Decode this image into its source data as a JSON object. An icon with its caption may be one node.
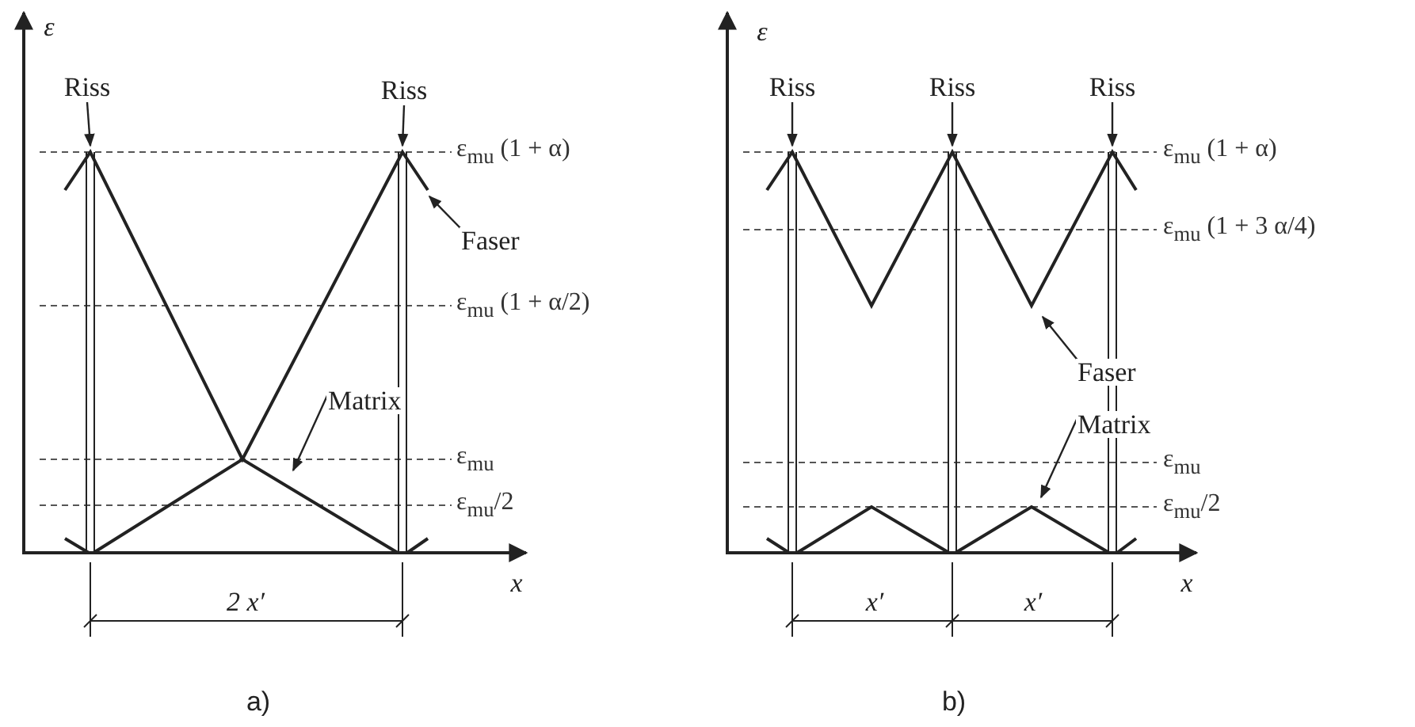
{
  "diagram": {
    "nodes": [
      {
        "text": [
          "Riss"
        ]
      },
      {
        "text": [
          "Riss"
        ]
      },
      {
        "text": [
          "Faser"
        ]
      },
      {
        "text": [
          "Matrix"
        ]
      },
      {
        "text": [
          "Riss"
        ]
      },
      {
        "text": [
          "Riss"
        ]
      },
      {
        "text": [
          "Riss"
        ]
      },
      {
        "text": [
          "Faser"
        ]
      },
      {
        "text": [
          "Matrix"
        ]
      }
    ],
    "edges": [
      {
        "from": 0,
        "to": null,
        "arrow": "to"
      },
      {
        "from": 1,
        "to": null,
        "arrow": "to"
      },
      {
        "from": 2,
        "to": null,
        "arrow": "to"
      },
      {
        "from": 3,
        "to": null,
        "arrow": "to"
      },
      {
        "from": 4,
        "to": null,
        "arrow": "to"
      },
      {
        "from": 5,
        "to": null,
        "arrow": "to"
      },
      {
        "from": 6,
        "to": null,
        "arrow": "to"
      },
      {
        "from": 7,
        "to": null,
        "arrow": "to"
      },
      {
        "from": 8,
        "to": null,
        "arrow": "to"
      }
    ],
    "labels": [
      "ε",
      "ε$_{mu}$ (1 + α)",
      "ε$_{mu}$ (1 + α/2)",
      "ε$_{mu}$",
      "ε$_{mu}$/2",
      "x",
      "2 x′",
      "a)",
      "ε",
      "ε$_{mu}$ (1 + α)",
      "ε$_{mu}$ (1 + 3 α/4)",
      "ε$_{mu}$",
      "ε$_{mu}$/2",
      "x",
      "x′",
      "x′",
      "b)"
    ]
  }
}
